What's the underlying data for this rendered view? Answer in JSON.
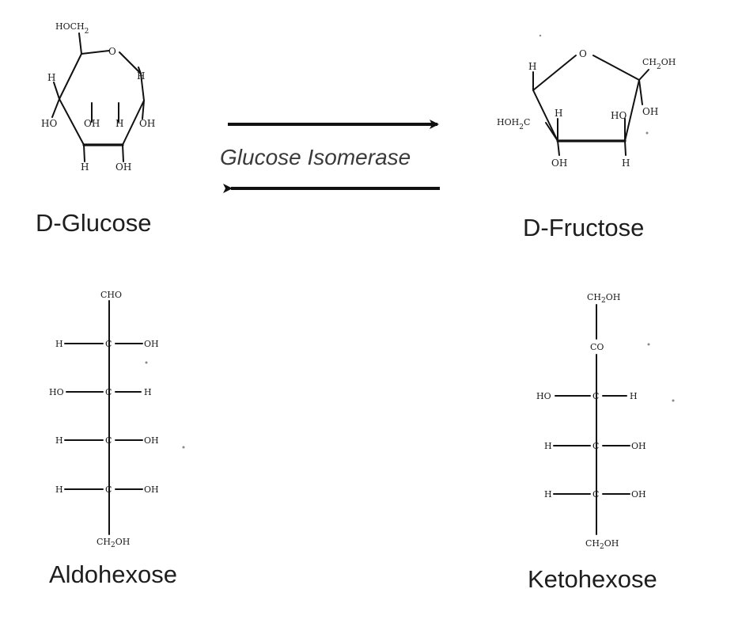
{
  "labels": {
    "glucose": "D-Glucose",
    "fructose": "D-Fructose",
    "enzyme": "Glucose Isomerase",
    "aldohexose": "Aldohexose",
    "ketohexose": "Ketohexose"
  },
  "glucose_ring": {
    "hoch2": "HOCH",
    "hoch2_sub": "2",
    "o": "O",
    "h_top_right": "H",
    "h_left": "H",
    "ho_left": "HO",
    "oh_mid": "OH",
    "h_mid": "H",
    "oh_right": "OH",
    "h_bottom": "H",
    "oh_bottom": "OH"
  },
  "fructose_ring": {
    "o": "O",
    "h_top_left": "H",
    "ch2oh": "CH",
    "ch2oh_sub": "2",
    "ch2oh_tail": "OH",
    "hoh2c": "HOH",
    "hoh2c_sub": "2",
    "hoh2c_tail": "C",
    "h_inner": "H",
    "ho_inner": "HO",
    "oh_right": "OH",
    "oh_bottom": "OH",
    "h_bottom": "H"
  },
  "aldohexose": {
    "top": "CHO",
    "rows": [
      {
        "left": "H",
        "center": "C",
        "right": "OH"
      },
      {
        "left": "HO",
        "center": "C",
        "right": "H"
      },
      {
        "left": "H",
        "center": "C",
        "right": "OH"
      },
      {
        "left": "H",
        "center": "C",
        "right": "OH"
      }
    ],
    "bottom": "CH",
    "bottom_sub": "2",
    "bottom_tail": "OH"
  },
  "ketohexose": {
    "top": "CH",
    "top_sub": "2",
    "top_tail": "OH",
    "second": "CO",
    "rows": [
      {
        "left": "HO",
        "center": "C",
        "right": "H"
      },
      {
        "left": "H",
        "center": "C",
        "right": "OH"
      },
      {
        "left": "H",
        "center": "C",
        "right": "OH"
      }
    ],
    "bottom": "CH",
    "bottom_sub": "2",
    "bottom_tail": "OH"
  }
}
